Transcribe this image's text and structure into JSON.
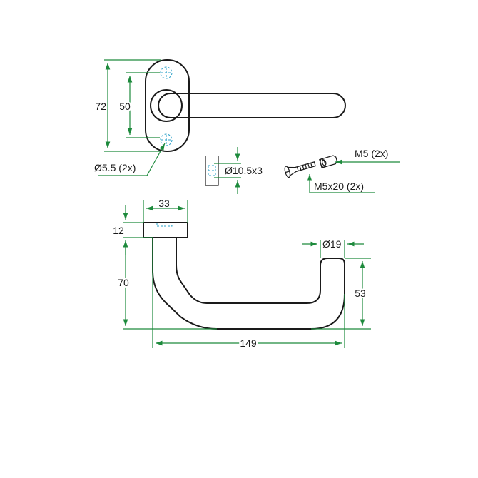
{
  "colors": {
    "outline": "#1a1a1a",
    "dimension": "#1d8a3c",
    "hidden_line": "#2aa0c8",
    "background": "#ffffff"
  },
  "dimensions": {
    "rose_height": "72",
    "hole_spacing": "50",
    "hole_diameter": "Ø5.5 (2x)",
    "insert_size": "Ø10.5x3",
    "nut": "M5 (2x)",
    "screw": "M5x20 (2x)",
    "rose_width": "33",
    "rose_thickness": "12",
    "handle_height": "70",
    "grip_diameter": "Ø19",
    "end_height": "53",
    "handle_length": "149"
  }
}
